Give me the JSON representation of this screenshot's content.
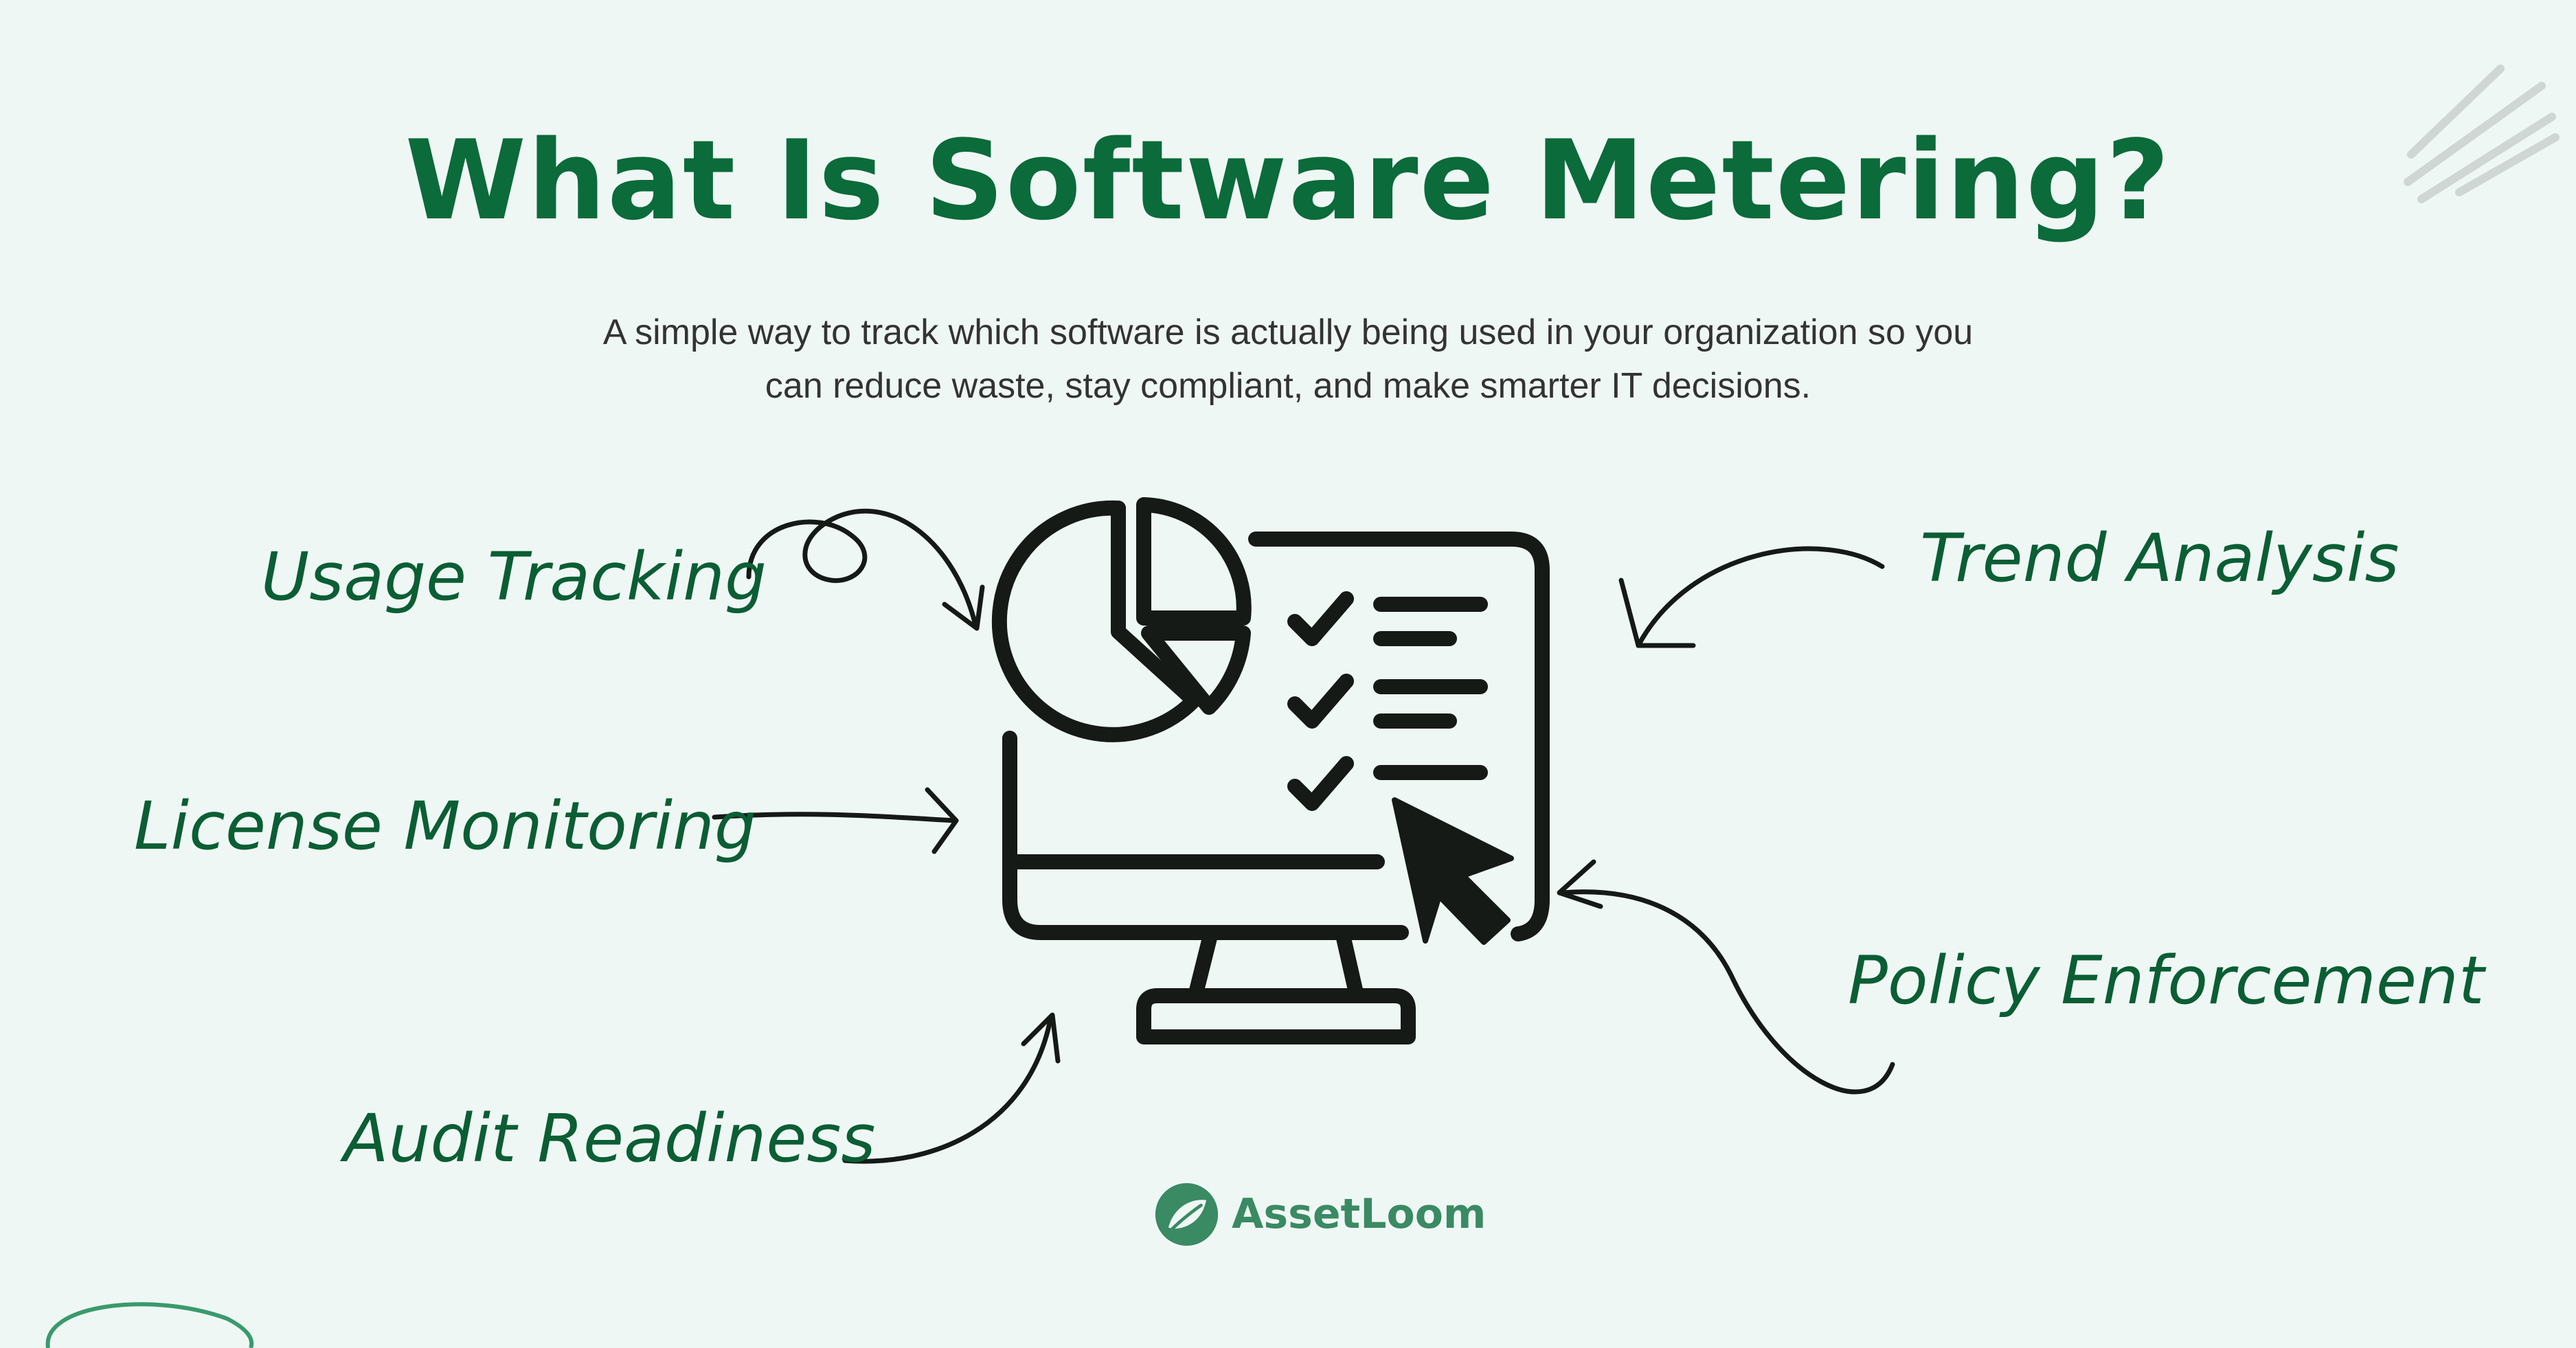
{
  "header": {
    "title": "What Is Software Metering?",
    "subtitle_line1": "A simple way to track which software is actually being used in your organization so you",
    "subtitle_line2": "can reduce waste, stay compliant, and make smarter IT decisions."
  },
  "diagram": {
    "central_icon": "monitor-with-pie-chart-checklist-cursor-icon",
    "labels": {
      "usage_tracking": "Usage Tracking",
      "license_monitoring": "License Monitoring",
      "audit_readiness": "Audit Readiness",
      "trend_analysis": "Trend Analysis",
      "policy_enforcement": "Policy Enforcement"
    }
  },
  "brand": {
    "name": "AssetLoom",
    "icon": "leaf-logo-icon"
  },
  "colors": {
    "background": "#eff7f5",
    "title": "#0b6b3a",
    "label": "#0b5e34",
    "icon_stroke": "#151a17",
    "brand_green": "#3a8a63"
  }
}
